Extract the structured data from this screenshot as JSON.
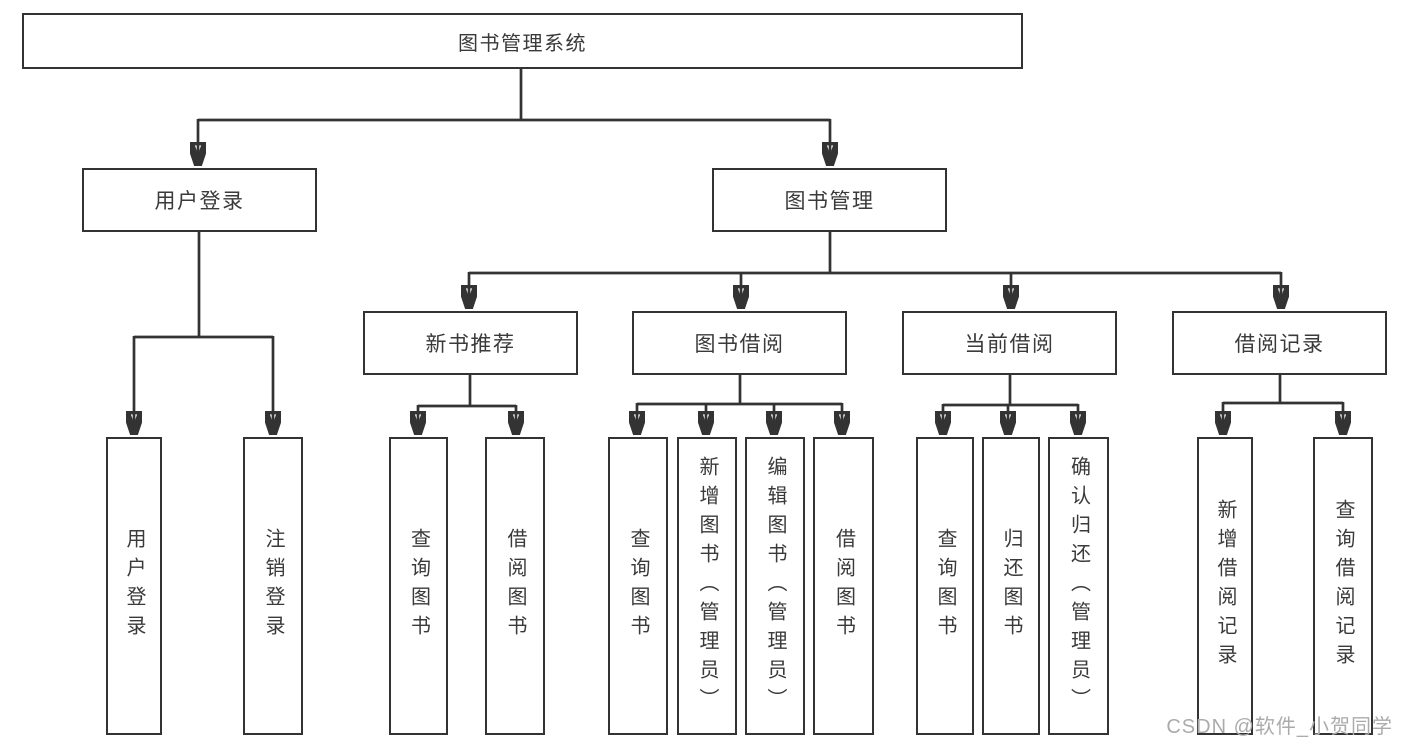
{
  "diagram": {
    "root": "图书管理系统",
    "branches": {
      "user_login": "用户登录",
      "book_management": "图书管理"
    },
    "modules": [
      "新书推荐",
      "图书借阅",
      "当前借阅",
      "借阅记录"
    ],
    "leaves": {
      "user_login": [
        "用户登录",
        "注销登录"
      ],
      "new_book_recommendation": [
        "查询图书",
        "借阅图书"
      ],
      "book_borrowing": [
        "查询图书",
        "新增图书（管理员）",
        "编辑图书（管理员）",
        "借阅图书"
      ],
      "current_borrowing": [
        "查询图书",
        "归还图书",
        "确认归还（管理员）"
      ],
      "borrowing_records": [
        "新增借阅记录",
        "查询借阅记录"
      ]
    }
  },
  "watermark": "CSDN @软件_小贺同学",
  "colors": {
    "line": "#333333",
    "box_border": "#333333",
    "text": "#3a3a3a",
    "background": "#ffffff",
    "watermark": "#ababab"
  }
}
